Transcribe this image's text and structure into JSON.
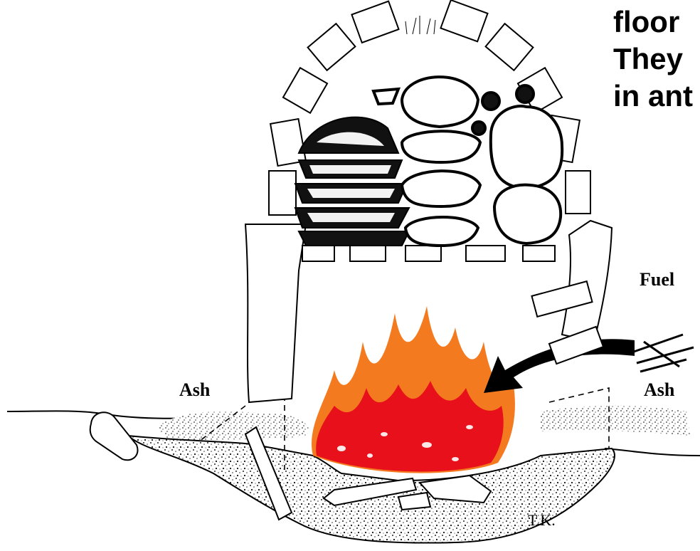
{
  "labels": {
    "fuel": "Fuel",
    "ash_left": "Ash",
    "ash_right": "Ash",
    "signature": "T.K."
  },
  "cropped_text": {
    "line1": "floor",
    "line2": "They",
    "line3": "in ant"
  },
  "colors": {
    "ink": "#000000",
    "fire_red": "#e8101a",
    "fire_orange": "#f47a1f",
    "background": "#ffffff"
  }
}
